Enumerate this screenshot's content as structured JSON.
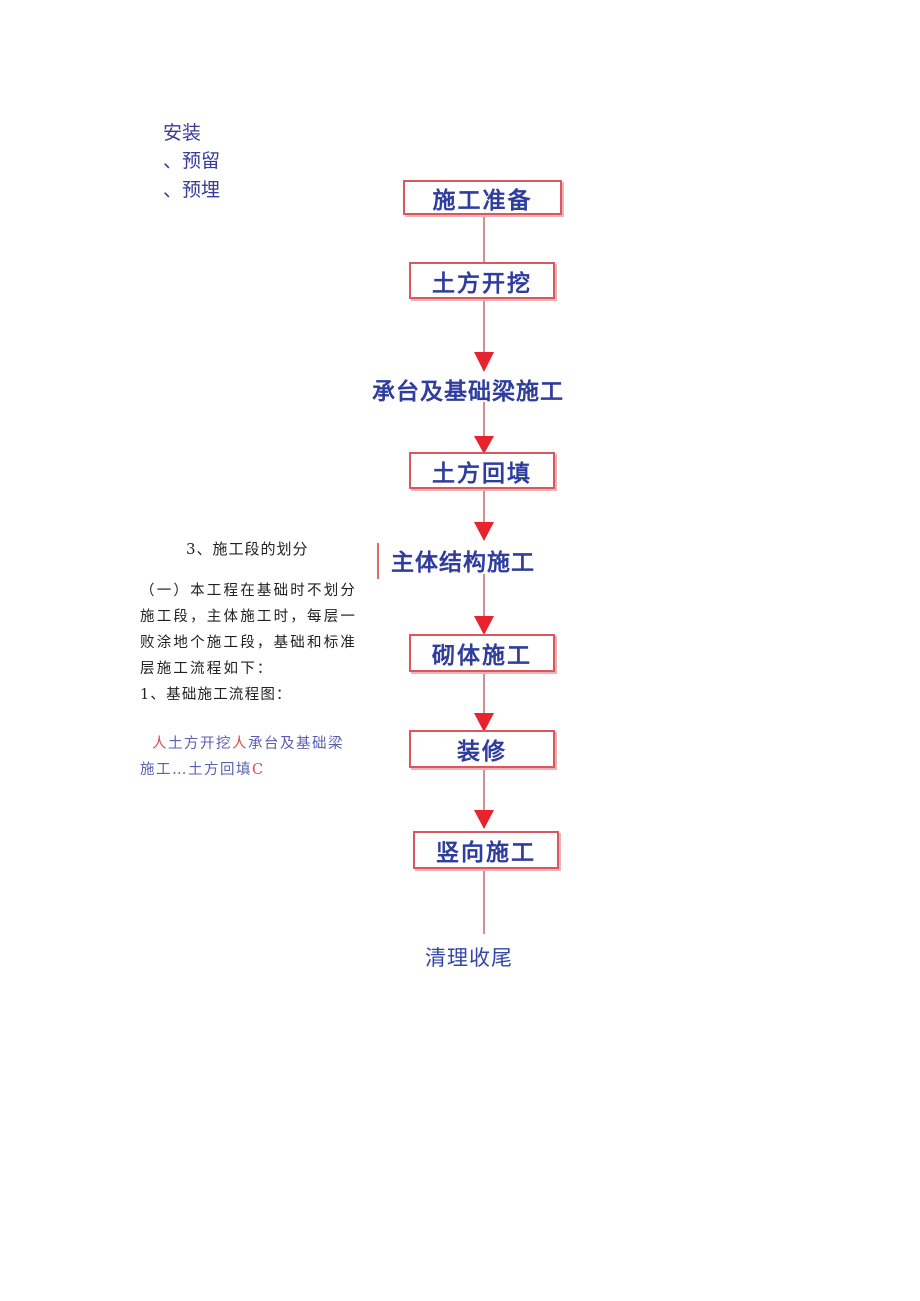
{
  "top_notes": [
    "安装",
    "、预留",
    "、预埋"
  ],
  "flowchart": {
    "steps": [
      "施工准备",
      "土方开挖",
      "承台及基础梁施工",
      "土方回填",
      "主体结构施工",
      "砌体施工",
      "装修",
      "竖向施工",
      "清理收尾"
    ]
  },
  "left_text": {
    "section_title": "3、施工段的划分",
    "paragraph_lines": [
      "（一）本工程在基础时不划分",
      "施工段，主体施工时，每层一",
      "败涂地个施工段，基础和标准",
      "层施工流程如下："
    ],
    "subheading": "1、基础施工流程图：",
    "inline_flow": {
      "line1": [
        {
          "text": "人",
          "color": "red"
        },
        {
          "text": "土方开挖",
          "color": "blue"
        },
        {
          "text": "人",
          "color": "red"
        },
        {
          "text": "承台及基础梁",
          "color": "blue"
        }
      ],
      "line2": [
        {
          "text": "施工…土方回填",
          "color": "blue"
        },
        {
          "text": "C",
          "color": "red"
        }
      ]
    }
  },
  "colors": {
    "box_border": "#d9585f",
    "text_blue": "#2f3d9e",
    "arrow_red": "#e8232e",
    "line_red": "#c9676c"
  }
}
